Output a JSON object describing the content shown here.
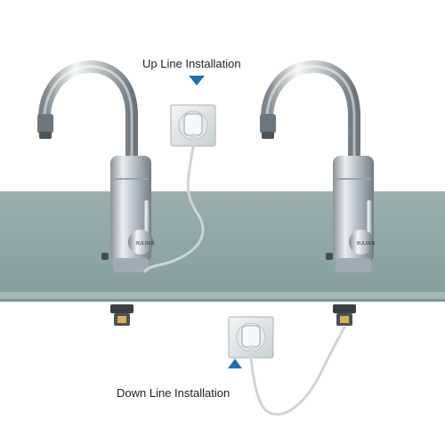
{
  "labels": {
    "up": "Up Line Installation",
    "down": "Down Line Installation"
  },
  "brand_mark": "BULDEN",
  "icons": {
    "up_arrow": "triangle-down-icon",
    "down_arrow": "triangle-up-icon"
  },
  "colors": {
    "countertop_top": "#8fa6a2",
    "countertop_edge": "#7a918d",
    "arrow_blue": "#1f6fb5",
    "chrome_light": "#e8ecef",
    "chrome_dark": "#7d868d",
    "cable": "#d9dcde"
  }
}
